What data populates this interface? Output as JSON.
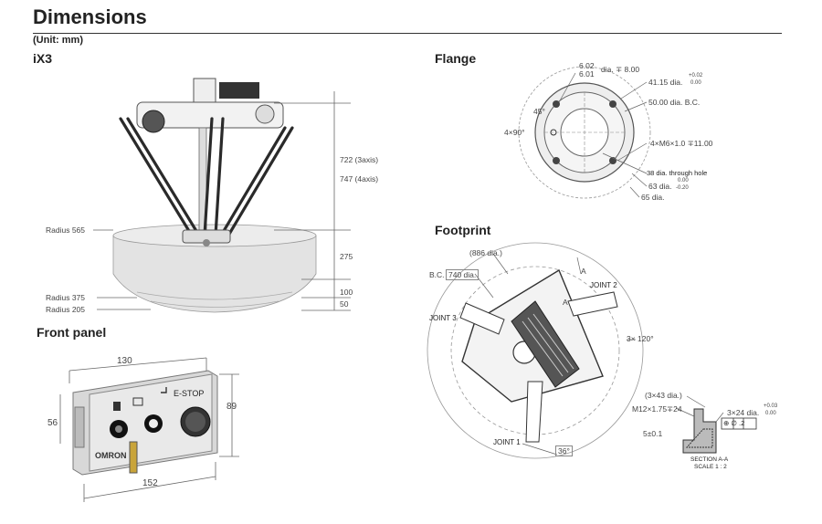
{
  "header": {
    "title": "Dimensions",
    "unit": "(Unit: mm)"
  },
  "ix3": {
    "title": "iX3",
    "radius_565": "Radius 565",
    "radius_375": "Radius 375",
    "radius_205": "Radius 205",
    "dim_722": "722 (3axis)",
    "dim_747": "747 (4axis)",
    "dim_275": "275",
    "dim_100": "100",
    "dim_50": "50"
  },
  "front_panel": {
    "title": "Front panel",
    "dim_130": "130",
    "dim_89": "89",
    "dim_56": "56",
    "dim_152": "152",
    "estop": "E-STOP",
    "brand": "OMRON"
  },
  "flange": {
    "title": "Flange",
    "hole_a": "6.02",
    "hole_b": "6.01",
    "hole_c": "dia. ∓ 8.00",
    "dia_4115": "41.15 dia.",
    "tol_4115_upper": "+0.02",
    "tol_4115_lower": "0.00",
    "bc_50": "50.00 dia. B.C.",
    "angle_45": "45°",
    "angle_4x90": "4×90°",
    "thread": "4×M6×1.0 ∓11.00",
    "through_hole": "38 dia. through hole",
    "dia_63": "63 dia.",
    "tol_63_upper": "0.00",
    "tol_63_lower": "-0.20",
    "dia_65": "65 dia."
  },
  "footprint": {
    "title": "Footprint",
    "dia_886": "(886 dia.)",
    "bc_prefix": "B.C.",
    "bc_740": "740 dia.",
    "joint_1": "JOINT 1",
    "joint_2": "JOINT 2",
    "joint_3": "JOINT 3",
    "angle_120": "3× 120°",
    "angle_36": "36°",
    "marker_a": "A",
    "dia_3x43": "(3×43 dia.)",
    "thread_m12": "M12×1.75∓24",
    "dia_3x24": "3×24 dia.",
    "tol_3x24_upper": "+0.03",
    "tol_3x24_lower": "0.00",
    "dim_5": "5±0.1",
    "position_tol": "⊕ ∅ .2",
    "section_title": "SECTION A-A",
    "section_scale": "SCALE 1 : 2"
  }
}
